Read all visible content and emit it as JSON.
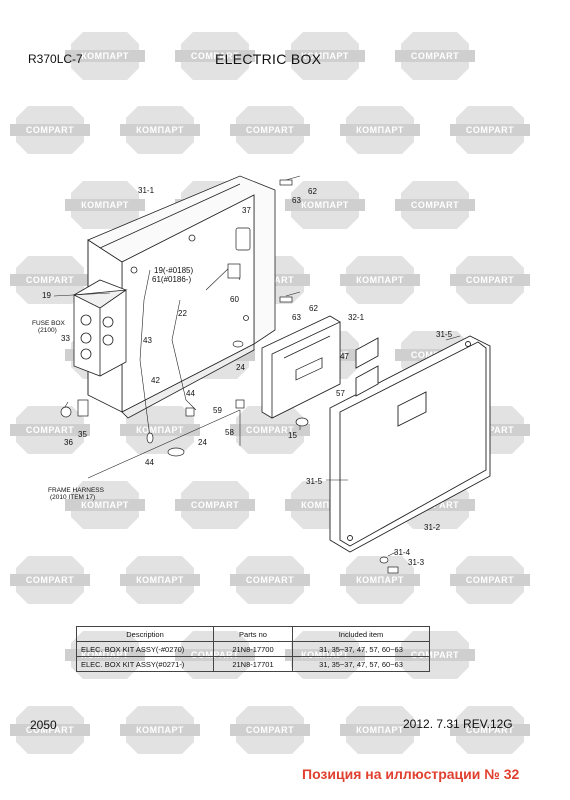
{
  "header": {
    "model": "R370LC-7",
    "title": "ELECTRIC BOX"
  },
  "watermark": {
    "brand_ru": "КОМПАРТ",
    "brand_en": "COMPART",
    "color": "#d9d9d9"
  },
  "callouts": {
    "c31_1": "31-1",
    "c62a": "62",
    "c63a": "63",
    "c37": "37",
    "c19a": "19(-#0185)",
    "c61": "61(#0186-)",
    "c60": "60",
    "c62b": "62",
    "c63b": "63",
    "c32_1": "32-1",
    "c19": "19",
    "c22": "22",
    "c43": "43",
    "c33": "33",
    "c42": "42",
    "c31_5a": "31-5",
    "c47": "47",
    "c57": "57",
    "c24a": "24",
    "c44a": "44",
    "c59": "59",
    "c58": "58",
    "c15": "15",
    "c36": "36",
    "c35": "35",
    "c44b": "44",
    "c24b": "24",
    "c31_5b": "31-5",
    "c31_2": "31-2",
    "c31_4": "31-4",
    "c31_3": "31-3"
  },
  "notes": {
    "fuse_box_line1": "FUSE BOX",
    "fuse_box_line2": "(2100)",
    "frame_harness_line1": "FRAME HARNESS",
    "frame_harness_line2": "(2010 ITEM 17)"
  },
  "parts_table": {
    "headers": [
      "Description",
      "Parts no",
      "Included item"
    ],
    "rows": [
      [
        "ELEC. BOX KIT ASSY(-#0270)",
        "21N8-17700",
        "31, 35~37, 47, 57, 60~63"
      ],
      [
        "ELEC. BOX KIT ASSY(#0271-)",
        "21N8-17701",
        "31, 35~37, 47, 57, 60~63"
      ]
    ]
  },
  "footer": {
    "page": "2050",
    "revision": "2012. 7.31   REV.12G",
    "note": "Позиция на иллюстрации № 32",
    "note_color": "#e0402f"
  }
}
